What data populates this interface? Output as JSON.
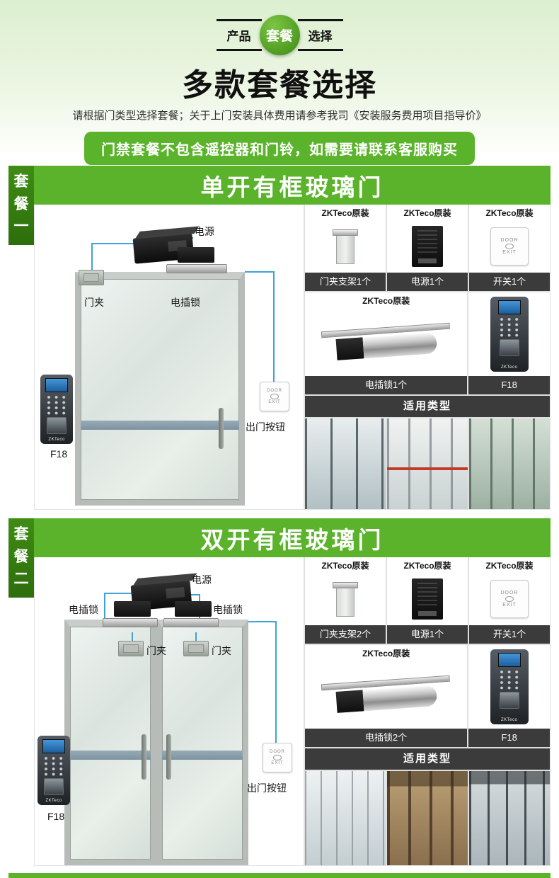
{
  "header": {
    "crumb_left": "产品",
    "crumb_center": "套餐",
    "crumb_right": "选择",
    "title": "多款套餐选择",
    "subtitle": "请根据门类型选择套餐；关于上门安装具体费用请参考我司《安装服务费用项目指导价》",
    "notice": "门禁套餐不包含遥控器和门铃，如需要请联系客服购买"
  },
  "devices": {
    "f18_brand": "ZKTeco"
  },
  "exit_switch": {
    "line1": "DOOR",
    "line2": "EXIT"
  },
  "sections": [
    {
      "tab": "套餐一",
      "header": "单开有框玻璃门",
      "labels": {
        "power": "电源",
        "clamp_left": "门夹",
        "bolt_left": "电插锁",
        "reader": "F18",
        "exit": "出门按钮"
      },
      "cells": {
        "brand": "ZKTeco原装",
        "name1": "门夹支架1个",
        "name2": "电源1个",
        "name3": "开关1个",
        "name4": "电插锁1个",
        "name5": "F18"
      },
      "applicable": "适用类型"
    },
    {
      "tab": "套餐二",
      "header": "双开有框玻璃门",
      "labels": {
        "power": "电源",
        "bolt_left": "电插锁",
        "bolt_right": "电插锁",
        "clamp_left": "门夹",
        "clamp_right": "门夹",
        "reader": "F18",
        "exit": "出门按钮"
      },
      "cells": {
        "brand": "ZKTeco原装",
        "name1": "门夹支架2个",
        "name2": "电源1个",
        "name3": "开关1个",
        "name4": "电插锁2个",
        "name5": "F18"
      },
      "applicable": "适用类型"
    }
  ]
}
